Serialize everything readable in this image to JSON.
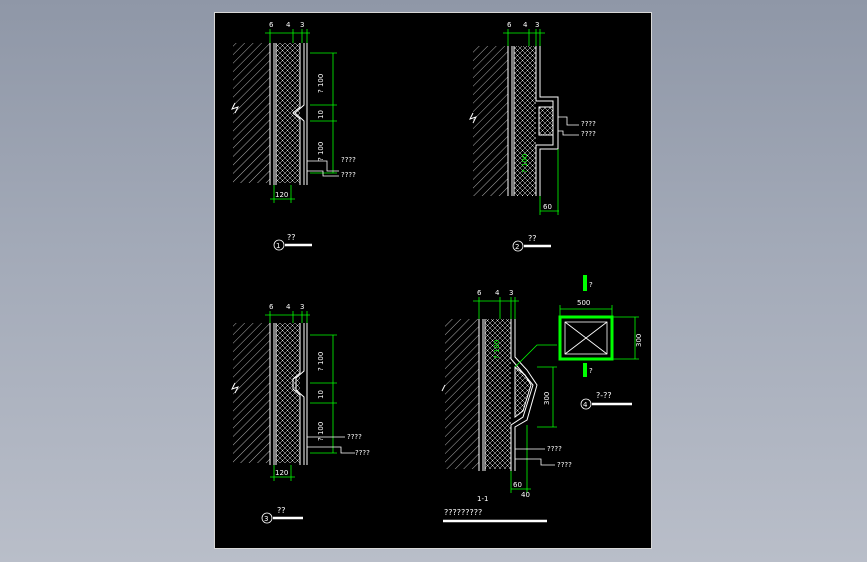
{
  "colors": {
    "background": "#000000",
    "line": "#ffffff",
    "dimension": "#00ff00",
    "frame": "#d8d8d8"
  },
  "detail1": {
    "dim_top": [
      "6",
      "4",
      "3"
    ],
    "dim_side": [
      "? 100",
      "10",
      "? 100"
    ],
    "dim_bottom": "120",
    "notes": [
      "????",
      "????"
    ],
    "marker": "1",
    "title": "??"
  },
  "detail2": {
    "dim_top": [
      "6",
      "4",
      "3"
    ],
    "dim_side": [
      "? 100"
    ],
    "dim_bottom": "60",
    "notes": [
      "????",
      "????"
    ],
    "marker": "2",
    "title": "??"
  },
  "detail3": {
    "dim_top": [
      "6",
      "4",
      "3"
    ],
    "dim_side": [
      "? 100",
      "10",
      "? 100"
    ],
    "dim_bottom": "120",
    "notes": [
      "????",
      "????"
    ],
    "marker": "3",
    "title": "??"
  },
  "detail_section": {
    "dim_top": [
      "6",
      "4",
      "3"
    ],
    "dim_side": [
      "? 100",
      "300"
    ],
    "dim_bottom": [
      "60",
      "40"
    ],
    "notes": [
      "????",
      "????"
    ],
    "section_label": "1-1",
    "title": "?????????"
  },
  "detail4": {
    "dim_width": "500",
    "dim_height": "300",
    "section_marks": [
      "?",
      "?"
    ],
    "marker": "4",
    "title": "?-??"
  }
}
